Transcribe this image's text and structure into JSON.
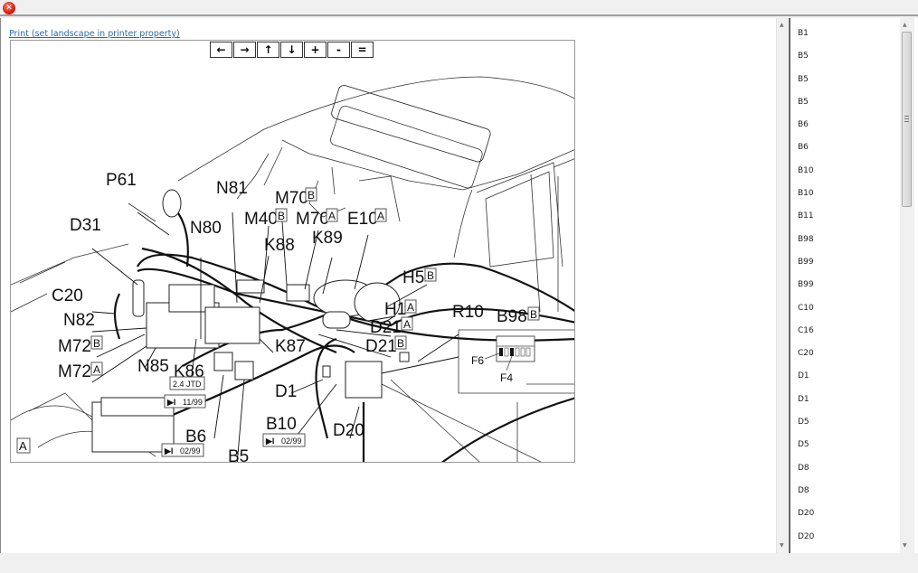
{
  "window": {
    "close_icon": "close-icon"
  },
  "main": {
    "print_link": "Print (set landscape in printer property)",
    "nav_buttons": [
      {
        "name": "pan-left-button",
        "label": "←"
      },
      {
        "name": "pan-right-button",
        "label": "→"
      },
      {
        "name": "pan-up-button",
        "label": "↑"
      },
      {
        "name": "pan-down-button",
        "label": "↓"
      },
      {
        "name": "zoom-in-button",
        "label": "+"
      },
      {
        "name": "zoom-out-button",
        "label": "-"
      },
      {
        "name": "reset-zoom-button",
        "label": "="
      }
    ]
  },
  "diagram": {
    "labels": {
      "P61": "P61",
      "D31": "D31",
      "C20": "C20",
      "N82": "N82",
      "M72": "M72",
      "N85": "N85",
      "K86": "K86",
      "N80": "N80",
      "N81": "N81",
      "M40": "M40",
      "M70": "M70",
      "K88": "K88",
      "K89": "K89",
      "E10": "E10",
      "H5": "H5",
      "H1": "H1",
      "D21": "D21",
      "K87": "K87",
      "R10": "R10",
      "B98": "B98",
      "D1": "D1",
      "B10": "B10",
      "D20": "D20",
      "B6": "B6",
      "B5": "B5",
      "F6": "F6",
      "F4": "F4"
    },
    "variants": {
      "A": "A",
      "B": "B"
    },
    "badges": {
      "engine": "2.4 JTD",
      "k86_date": "11/99",
      "b6_date": "02/99",
      "b10_date": "02/99"
    },
    "view_marker": "A"
  },
  "sidebar": {
    "items": [
      "B1",
      "B5",
      "B5",
      "B5",
      "B6",
      "B6",
      "B10",
      "B10",
      "B11",
      "B98",
      "B99",
      "B99",
      "C10",
      "C16",
      "C20",
      "D1",
      "D1",
      "D5",
      "D5",
      "D8",
      "D8",
      "D20",
      "D20"
    ]
  }
}
